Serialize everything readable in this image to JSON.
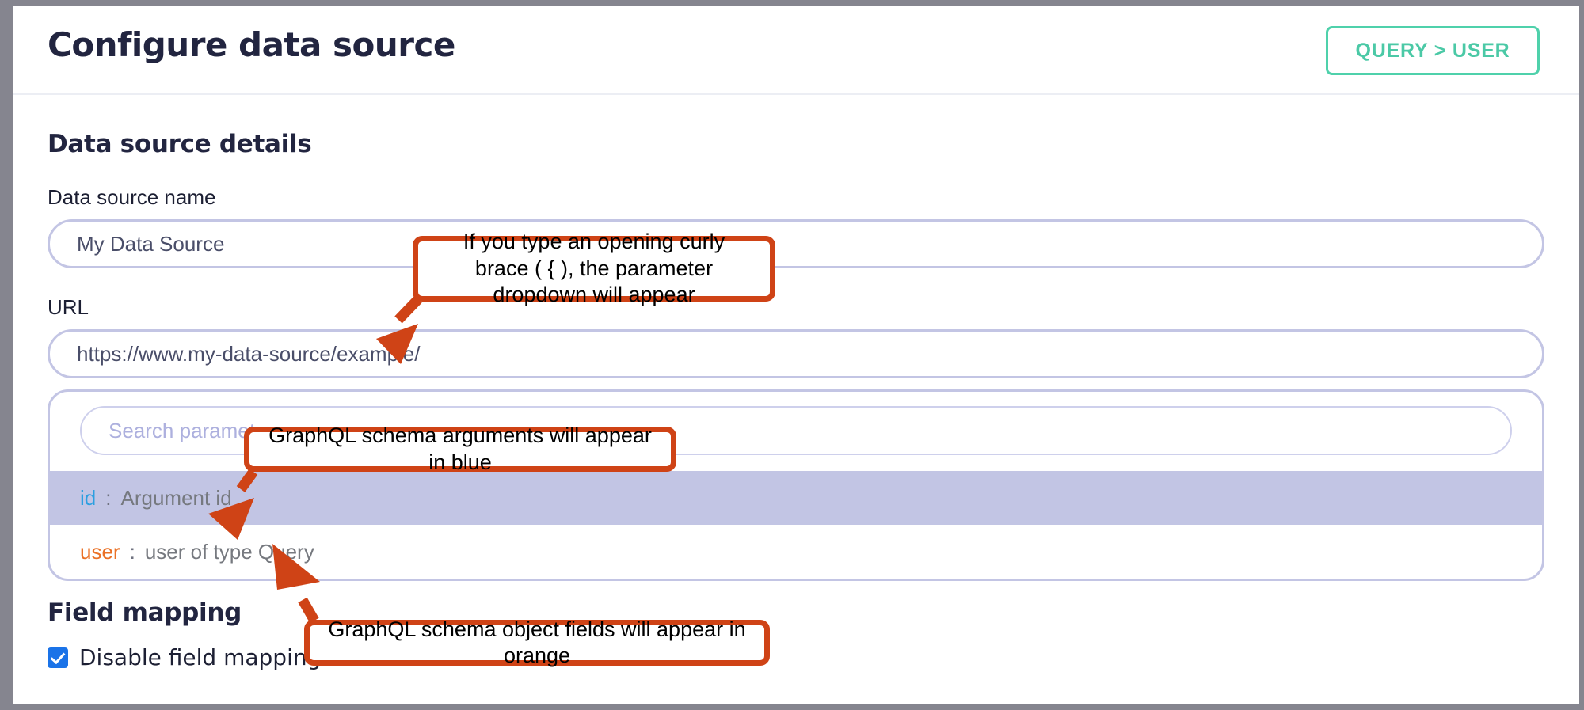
{
  "header": {
    "title": "Configure data source",
    "query_button": "QUERY > USER"
  },
  "sections": {
    "details_title": "Data source details",
    "field_mapping_title": "Field mapping"
  },
  "fields": {
    "name_label": "Data source name",
    "name_value": "My Data Source",
    "url_label": "URL",
    "url_value": "https://www.my-data-source/example/"
  },
  "dropdown": {
    "search_placeholder": "Search parameter",
    "options": [
      {
        "key": "id",
        "colon": ":",
        "desc": "Argument id",
        "color": "blue",
        "highlighted": true
      },
      {
        "key": "user",
        "colon": ":",
        "desc": "user of type Query",
        "color": "orange",
        "highlighted": false
      }
    ]
  },
  "checkbox": {
    "label": "Disable field mapping",
    "checked": true
  },
  "callouts": [
    {
      "text": "If you type an opening curly brace ( { ), the parameter dropdown will appear"
    },
    {
      "text": "GraphQL schema arguments will appear in blue"
    },
    {
      "text": "GraphQL schema object fields will appear in orange"
    }
  ],
  "colors": {
    "accent_teal": "#4fd1ab",
    "annotation_orange": "#cf4316",
    "argument_blue": "#2b9fe0",
    "field_orange": "#ea7126",
    "input_border": "#c3c5e4",
    "highlight_row": "#c2c5e4",
    "checkbox_blue": "#1a73e8"
  }
}
